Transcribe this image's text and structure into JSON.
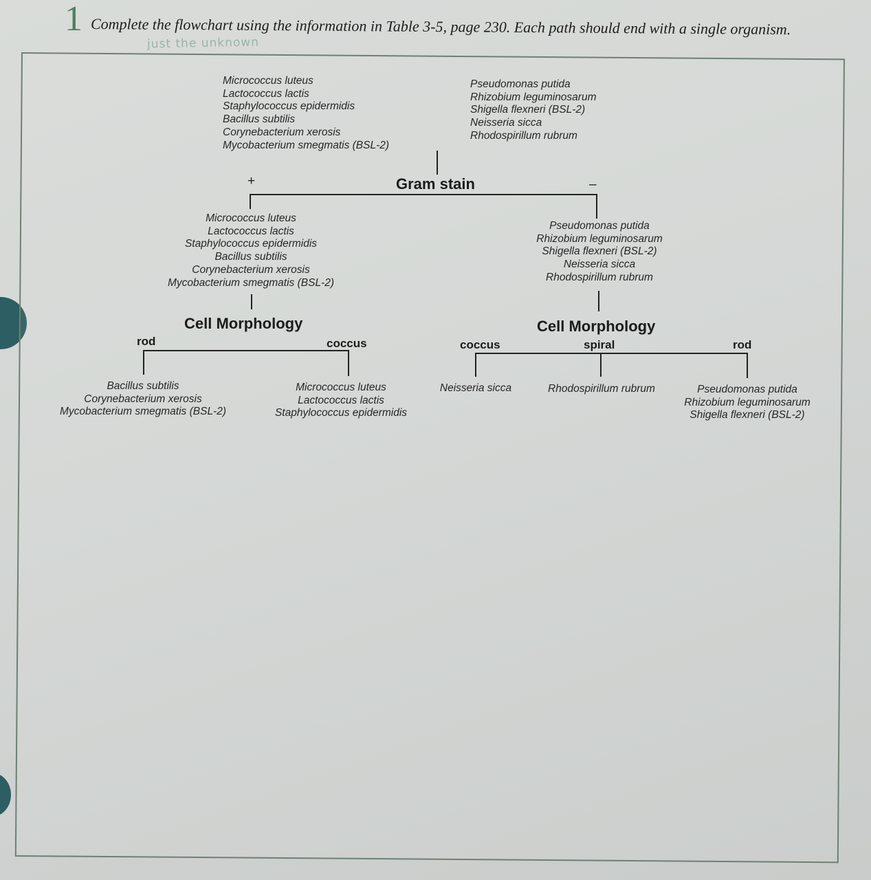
{
  "header": {
    "number": "1",
    "instruction": "Complete the flowchart using the information in Table 3-5, page 230. Each path should end with a single organism.",
    "handwritten_note": "just the unknown"
  },
  "flowchart": {
    "root_gram_positive": [
      "Micrococcus luteus",
      "Lactococcus lactis",
      "Staphylococcus epidermidis",
      "Bacillus subtilis",
      "Corynebacterium xerosis",
      "Mycobacterium smegmatis (BSL-2)"
    ],
    "root_gram_negative": [
      "Pseudomonas putida",
      "Rhizobium leguminosarum",
      "Shigella flexneri (BSL-2)",
      "Neisseria sicca",
      "Rhodospirillum rubrum"
    ],
    "gram_stain_label": "Gram stain",
    "plus_sign": "+",
    "minus_sign": "–",
    "left": {
      "organisms": [
        "Micrococcus luteus",
        "Lactococcus lactis",
        "Staphylococcus epidermidis",
        "Bacillus subtilis",
        "Corynebacterium xerosis",
        "Mycobacterium smegmatis (BSL-2)"
      ],
      "test_label": "Cell Morphology",
      "branch_rod": "rod",
      "branch_coccus": "coccus",
      "rod_organisms": [
        "Bacillus subtilis",
        "Corynebacterium xerosis",
        "Mycobacterium smegmatis (BSL-2)"
      ],
      "coccus_organisms": [
        "Micrococcus luteus",
        "Lactococcus lactis",
        "Staphylococcus epidermidis"
      ]
    },
    "right": {
      "organisms": [
        "Pseudomonas putida",
        "Rhizobium leguminosarum",
        "Shigella flexneri (BSL-2)",
        "Neisseria sicca",
        "Rhodospirillum rubrum"
      ],
      "test_label": "Cell Morphology",
      "branch_coccus": "coccus",
      "branch_spiral": "spiral",
      "branch_rod": "rod",
      "coccus_organisms": [
        "Neisseria sicca"
      ],
      "spiral_organisms": [
        "Rhodospirillum rubrum"
      ],
      "rod_organisms": [
        "Pseudomonas putida",
        "Rhizobium leguminosarum",
        "Shigella flexneri (BSL-2)"
      ]
    }
  },
  "colors": {
    "accent_green": "#4f7f63",
    "frame": "#6f7f74",
    "hole": "#2c5e63",
    "ink": "#1e1e1e"
  }
}
